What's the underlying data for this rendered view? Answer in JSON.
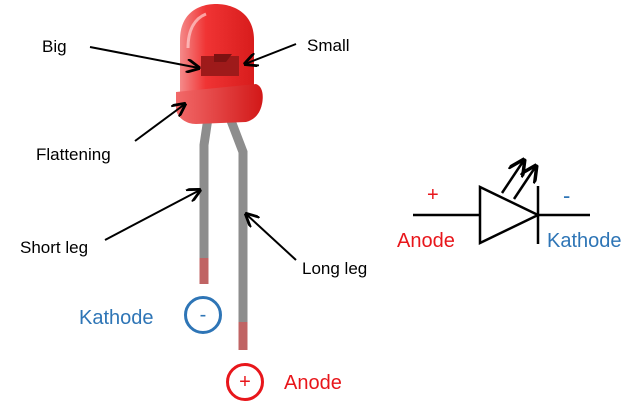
{
  "colors": {
    "anode": "#e8161b",
    "cathode": "#2e75b6",
    "led_body": "#ef2b2b",
    "leg": "#8d8d8d",
    "leg_tip": "#c06464"
  },
  "icons": {
    "led": "red-led-icon",
    "diode_symbol": "led-schematic-symbol-icon"
  },
  "labels": {
    "big": "Big",
    "small": "Small",
    "flattening": "Flattening",
    "short_leg": "Short leg",
    "long_leg": "Long leg",
    "kathode": "Kathode",
    "anode": "Anode",
    "minus": "-",
    "plus": "+"
  },
  "schematic": {
    "plus": "+",
    "minus": "-",
    "anode": "Anode",
    "kathode": "Kathode"
  }
}
